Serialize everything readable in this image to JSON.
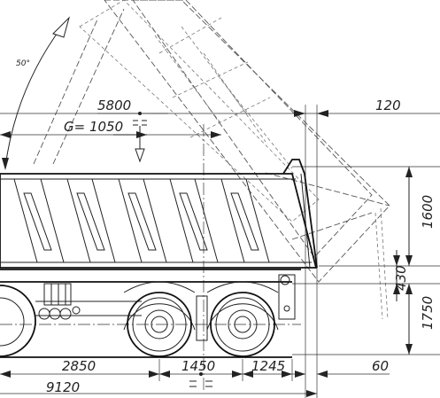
{
  "drawing": {
    "tilt_angle": "50°",
    "dims": {
      "body_length": "5800",
      "rear_overhang_top": "120",
      "cog": "G= 1050",
      "side_height": "1600",
      "frame_height": "430",
      "ground_to_frame": "1750",
      "wheelbase_front": "2850",
      "axle_spacing": "1450",
      "rear_overhang": "1245",
      "rear_gap": "60",
      "overall_length": "9120"
    }
  }
}
